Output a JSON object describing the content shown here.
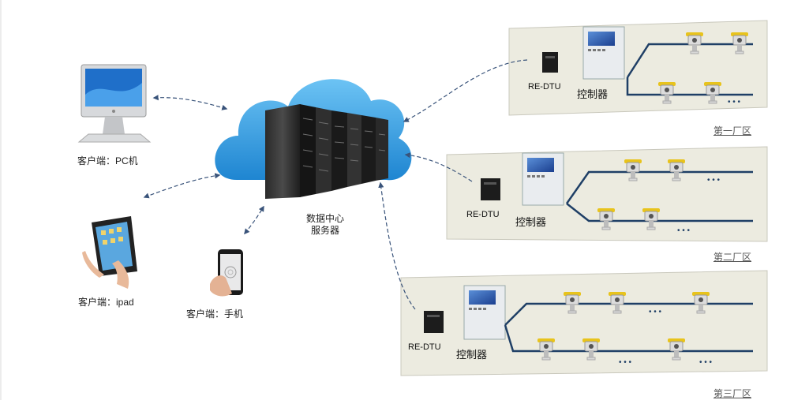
{
  "server": {
    "line1": "数据中心",
    "line2": "服务器"
  },
  "clients": {
    "pc": "客户端：PC机",
    "ipad": "客户端：ipad",
    "phone": "客户端：手机"
  },
  "zones": [
    {
      "name": "第一厂区",
      "dtu": "RE-DTU",
      "controller": "控制器"
    },
    {
      "name": "第二厂区",
      "dtu": "RE-DTU",
      "controller": "控制器"
    },
    {
      "name": "第三厂区",
      "dtu": "RE-DTU",
      "controller": "控制器"
    }
  ],
  "ellipsis": "• • •",
  "colors": {
    "cloud": "#2f9fe3",
    "panel": "#ecebe0",
    "pipe": "#1f3f66",
    "sensor_yellow": "#e8c31c",
    "arrow": "#39537a"
  }
}
